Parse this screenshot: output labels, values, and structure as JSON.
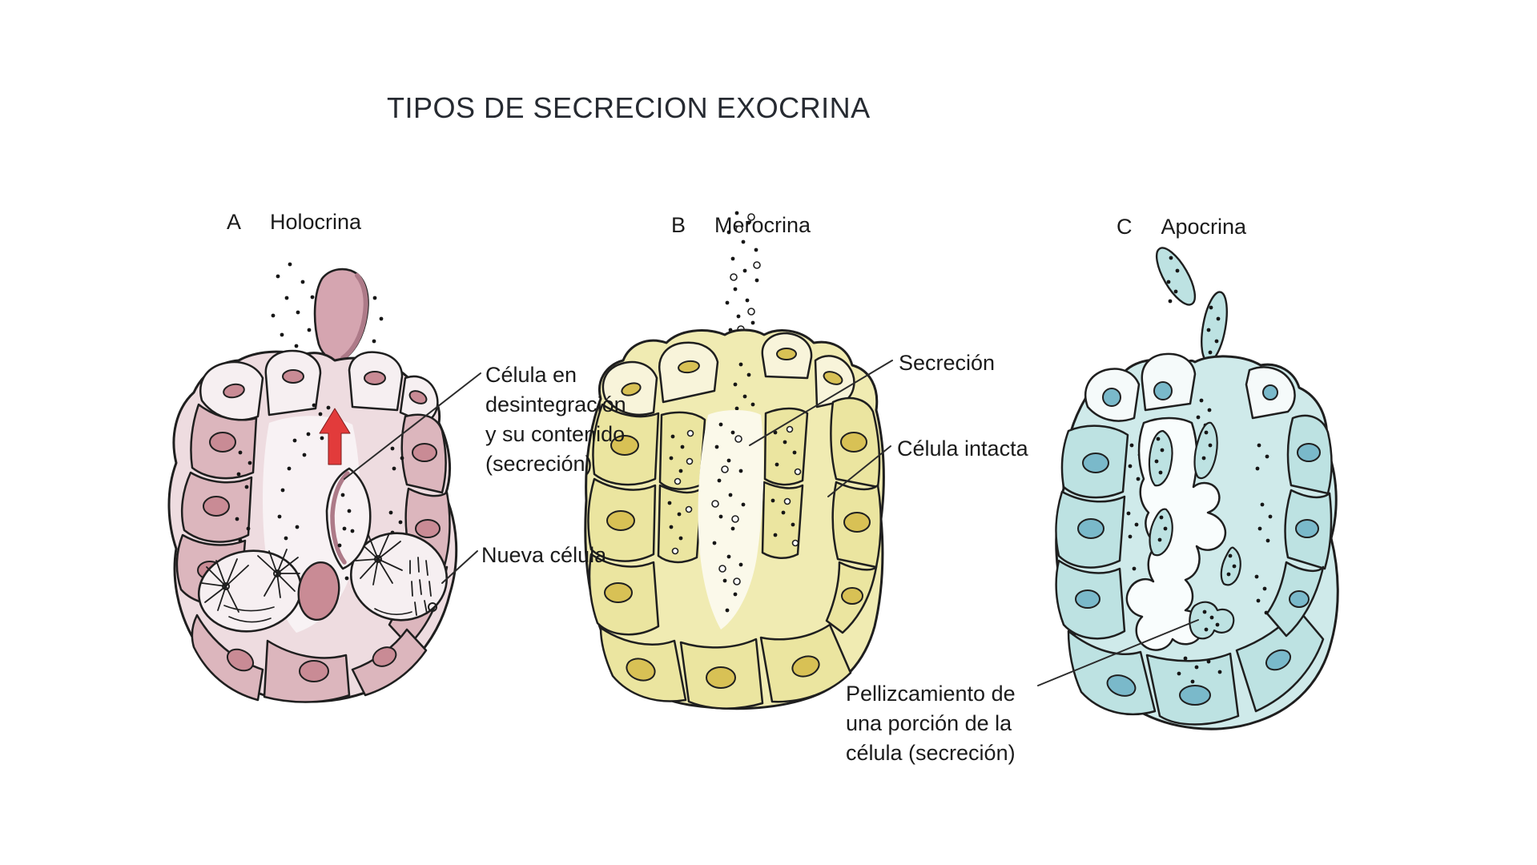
{
  "title": "TIPOS DE SECRECION EXOCRINA",
  "panels": {
    "a": {
      "letter": "A",
      "name": "Holocrina"
    },
    "b": {
      "letter": "B",
      "name": "Merocrina"
    },
    "c": {
      "letter": "C",
      "name": "Apocrina"
    }
  },
  "callouts": {
    "desintegracion": {
      "lines": [
        "Célula en",
        "desintegración",
        "y su contenido",
        "(secreción)"
      ]
    },
    "nueva_celula": {
      "text": "Nueva célula"
    },
    "secrecion": {
      "text": "Secreción"
    },
    "celula_intacta": {
      "text": "Célula intacta"
    },
    "pellizcamiento": {
      "lines": [
        "Pellizcamiento de",
        "una porción de la",
        "célula (secreción)"
      ]
    }
  },
  "colors": {
    "background": "#ffffff",
    "text": "#1b1b1b",
    "title_text": "#262a31",
    "outline": "#1f1f1f",
    "leader_line": "#2b2b2b",
    "arrow_red": "#e23b3b",
    "holo_body": "#eedce0",
    "holo_cell": "#dcb6bd",
    "holo_cell_top": "#f6eff1",
    "holo_nucleus": "#c98b95",
    "holo_expelled": "#d5a5b0",
    "holo_expelled_shade": "#ad7a88",
    "holo_lumen": "#f8f2f4",
    "mero_body": "#f0ebb2",
    "mero_cell": "#ebe5a0",
    "mero_cell_top": "#f8f4da",
    "mero_nucleus": "#d8c155",
    "mero_lumen": "#fbf9ea",
    "apo_body": "#cfeaea",
    "apo_cell": "#bde2e2",
    "apo_cell_top": "#f5fafa",
    "apo_nucleus": "#7ab9ca",
    "apo_lumen": "#f9fdfd"
  }
}
